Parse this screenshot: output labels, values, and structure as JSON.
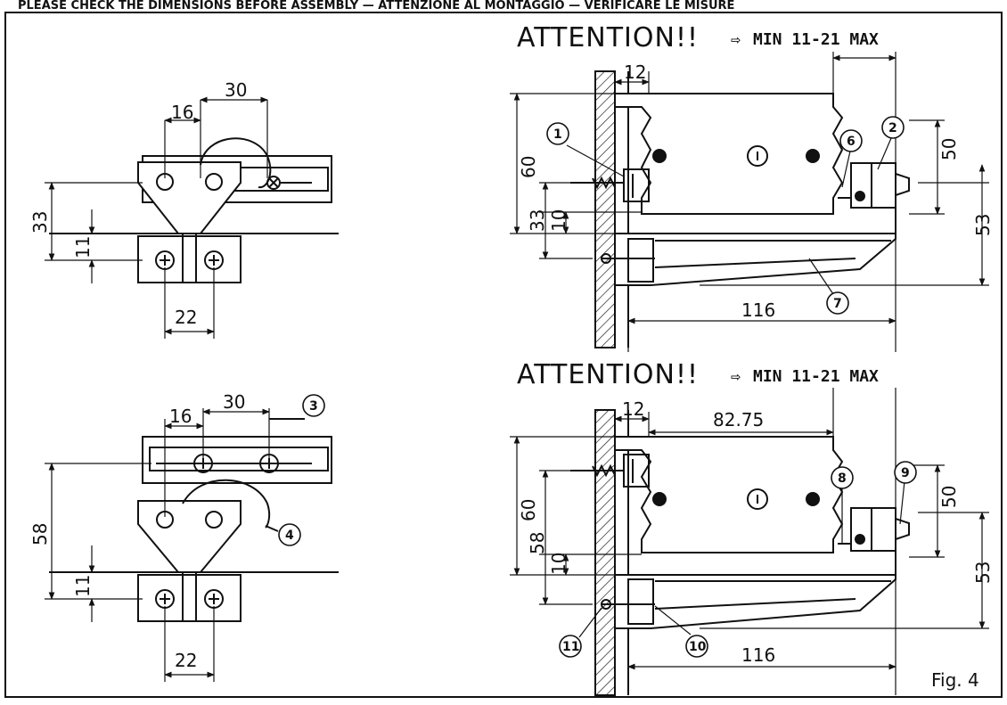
{
  "header": {
    "top_cut_text": "PLEASE CHECK THE DIMENSIONS BEFORE ASSEMBLY — ATTENZIONE AL MONTAGGIO — VERIFICARE LE MISURE"
  },
  "top_left": {
    "dims": [
      "16",
      "30",
      "33",
      "11",
      "22"
    ]
  },
  "bottom_left": {
    "dims": [
      "16",
      "30",
      "58",
      "11",
      "22"
    ],
    "callouts": [
      "3",
      "4"
    ]
  },
  "top_right": {
    "attention_label": "ATTENTION!!",
    "arrow_icon": "arrow-right-icon",
    "range_label": "MIN 11-21 MAX",
    "dims": [
      "12",
      "60",
      "33",
      "10",
      "50",
      "53",
      "116"
    ],
    "callouts": [
      "1",
      "6",
      "2",
      "7"
    ]
  },
  "bottom_right": {
    "attention_label": "ATTENTION!!",
    "arrow_icon": "arrow-right-icon",
    "range_label": "MIN 11-21 MAX",
    "dims": [
      "12",
      "82.75",
      "60",
      "58",
      "10",
      "50",
      "53",
      "116"
    ],
    "callouts": [
      "8",
      "9",
      "11",
      "10"
    ]
  },
  "figure_label": "Fig. 4",
  "colors": {
    "ink": "#111111",
    "paper": "#ffffff",
    "hatch": "#222222"
  }
}
